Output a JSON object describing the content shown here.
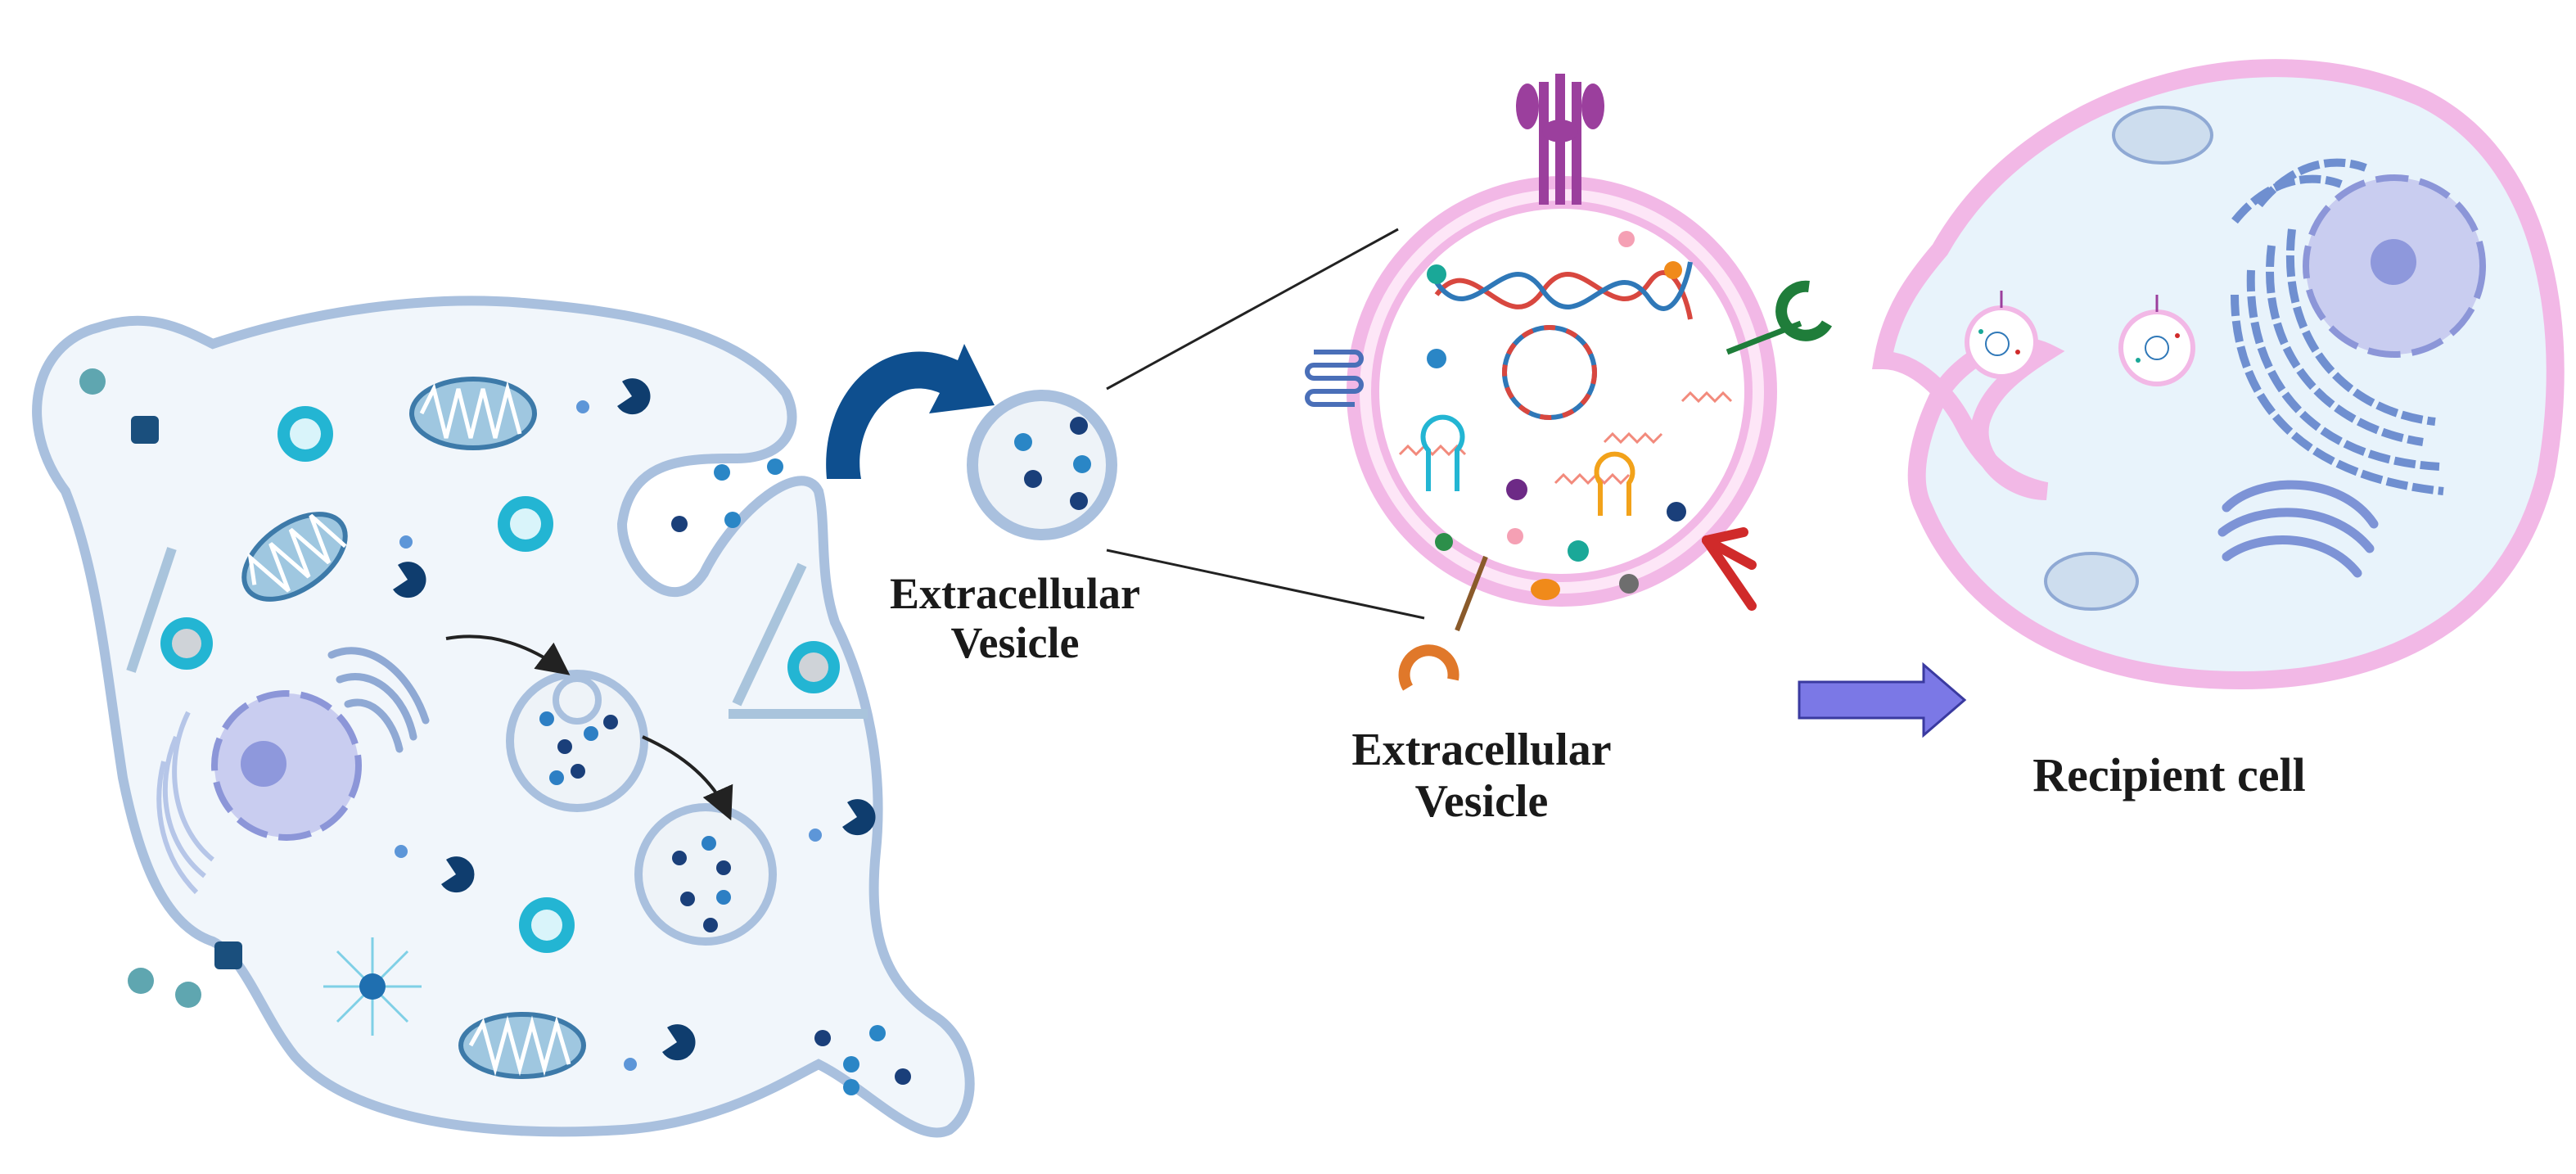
{
  "labels": {
    "ev_small_line1": "Extracellular",
    "ev_small_line2": "Vesicle",
    "ev_large_line1": "Extracellular",
    "ev_large_line2": "Vesicle",
    "recipient": "Recipient cell"
  },
  "colors": {
    "cell_membrane": "#a9c0de",
    "cell_fill": "#f1f6fb",
    "nucleus": "#c9cdf0",
    "ev_membrane": "#f2b8e6",
    "recipient_fill": "#e8f3fb",
    "curved_arrow": "#0e4f8f",
    "block_arrow": "#7b78e6"
  }
}
